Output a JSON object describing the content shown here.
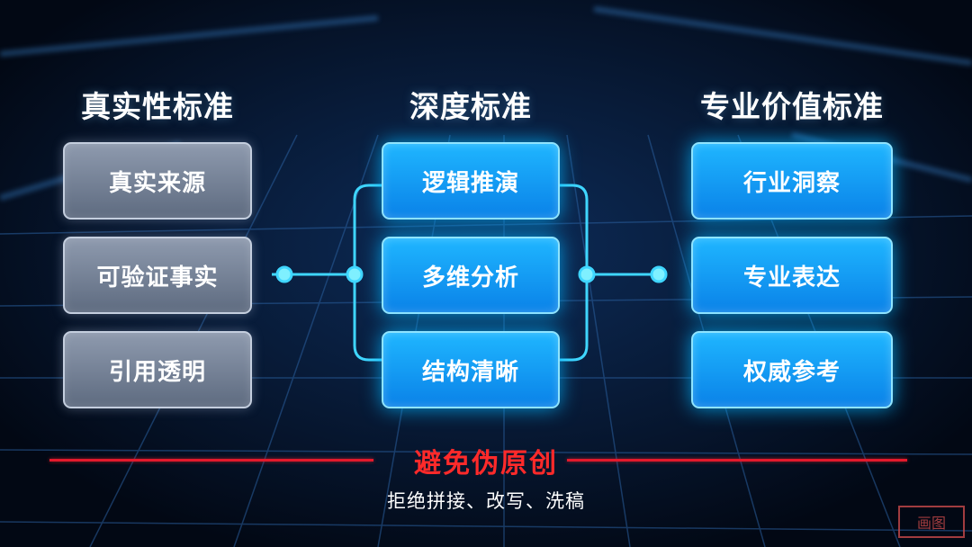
{
  "columns": [
    {
      "title": "真实性标准",
      "items": [
        "真实来源",
        "可验证事实",
        "引用透明"
      ]
    },
    {
      "title": "深度标准",
      "items": [
        "逻辑推演",
        "多维分析",
        "结构清晰"
      ]
    },
    {
      "title": "专业价值标准",
      "items": [
        "行业洞察",
        "专业表达",
        "权威参考"
      ]
    }
  ],
  "bottom": {
    "title": "避免伪原创",
    "subtitle": "拒绝拼接、改写、洗稿"
  },
  "watermark": "画图",
  "colors": {
    "accent_blue": "#1fb6ff",
    "connector": "#3fd6ff",
    "warning_red": "#e3192c",
    "gray_card": "#7a879b"
  }
}
